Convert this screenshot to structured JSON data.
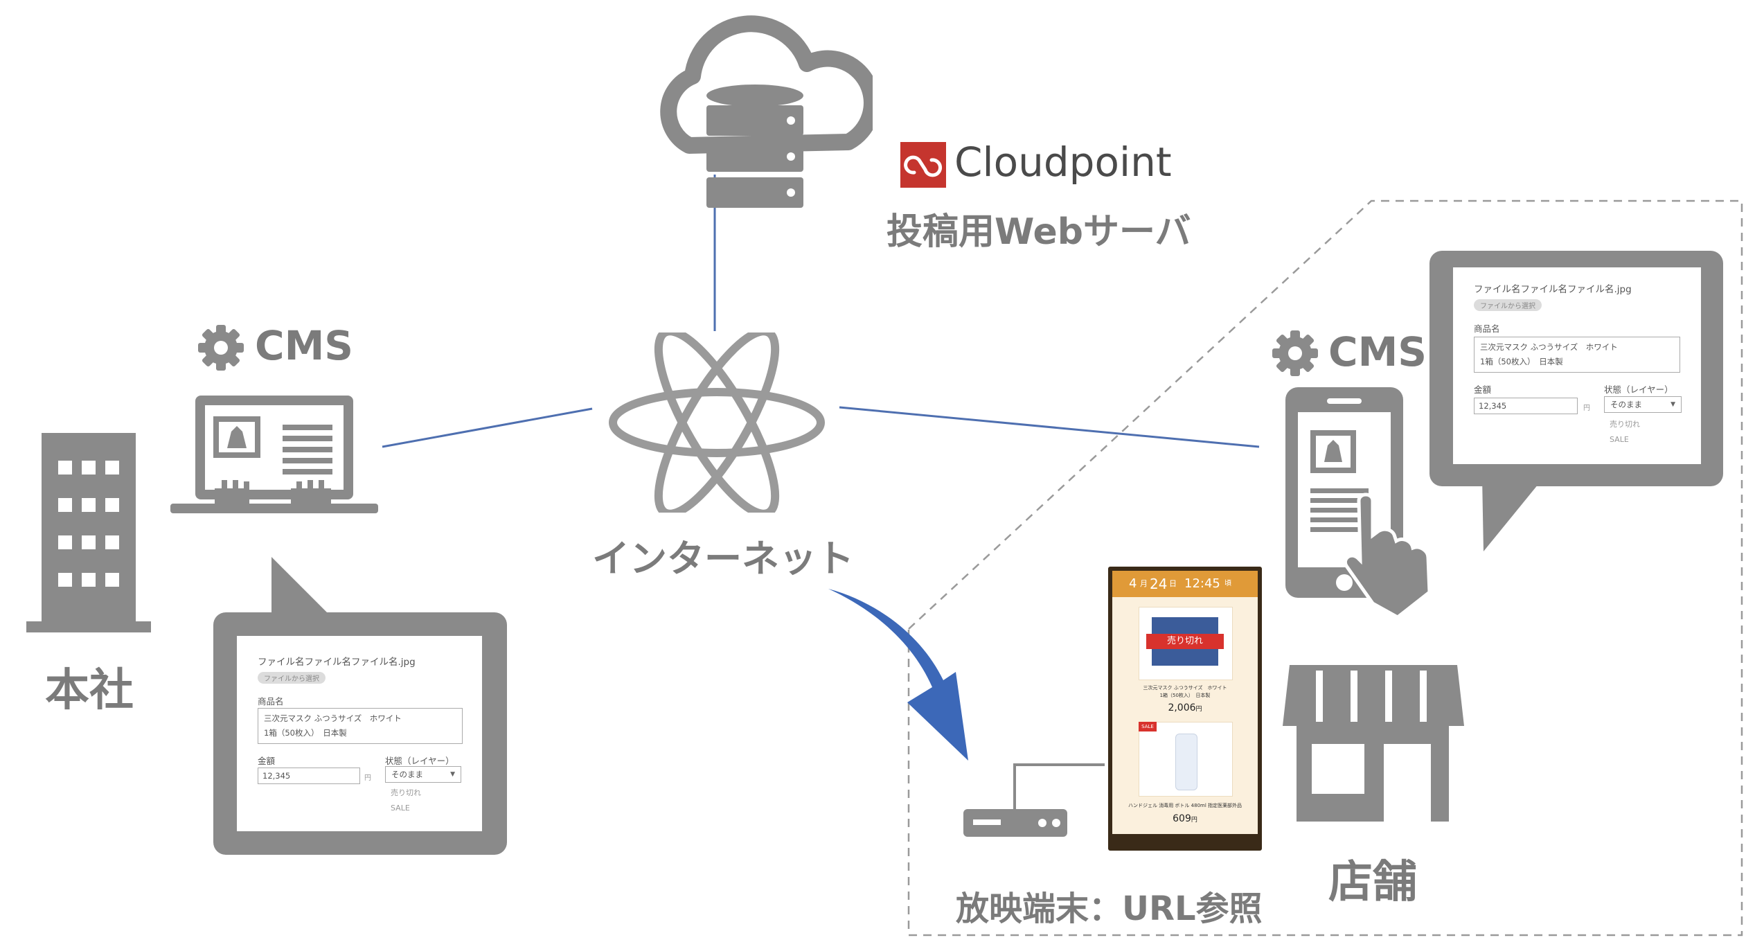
{
  "server": {
    "brand_name": "Cloudpoint",
    "caption": "投稿用Webサーバ"
  },
  "internet": {
    "label": "インターネット"
  },
  "headquarters": {
    "label": "本社",
    "cms_label": "CMS"
  },
  "store": {
    "label": "店舗",
    "cms_label": "CMS"
  },
  "player": {
    "label": "放映端末：URL参照"
  },
  "cms_form": {
    "filename": "ファイル名ファイル名ファイル名.jpg",
    "select_file_button": "ファイルから選択",
    "product_label": "商品名",
    "product_line1": "三次元マスク ふつうサイズ　ホワイト",
    "product_line2": "1箱（50枚入）　日本製",
    "price_label": "金額",
    "price_value": "12,345",
    "price_unit": "円",
    "status_label": "状態（レイヤー）",
    "status_selected": "そのまま",
    "status_option_sold_out": "売り切れ",
    "status_option_sale": "SALE"
  },
  "signage": {
    "date_month": "4",
    "month_unit": "月",
    "date_day": "24",
    "weekday": "日",
    "time": "12:45",
    "time_suffix": "頃",
    "item1_badge": "売り切れ",
    "item1_desc_line1": "三次元マスク ふつうサイズ　ホワイト",
    "item1_desc_line2": "1箱（50枚入）　日本製",
    "item1_price": "2,006",
    "price_unit": "円",
    "item2_tag": "SALE",
    "item2_desc": "ハンドジェル 消毒用 ボトル 480ml 指定医薬部外品",
    "item2_price": "609"
  },
  "colors": {
    "icon_gray": "#8a8a8a",
    "label_gray": "#7b7b7b",
    "line_blue": "#4e6fb0",
    "arrow_blue": "#3c68b8",
    "brand_red": "#c5352e",
    "signage_orange": "#e09a38"
  }
}
